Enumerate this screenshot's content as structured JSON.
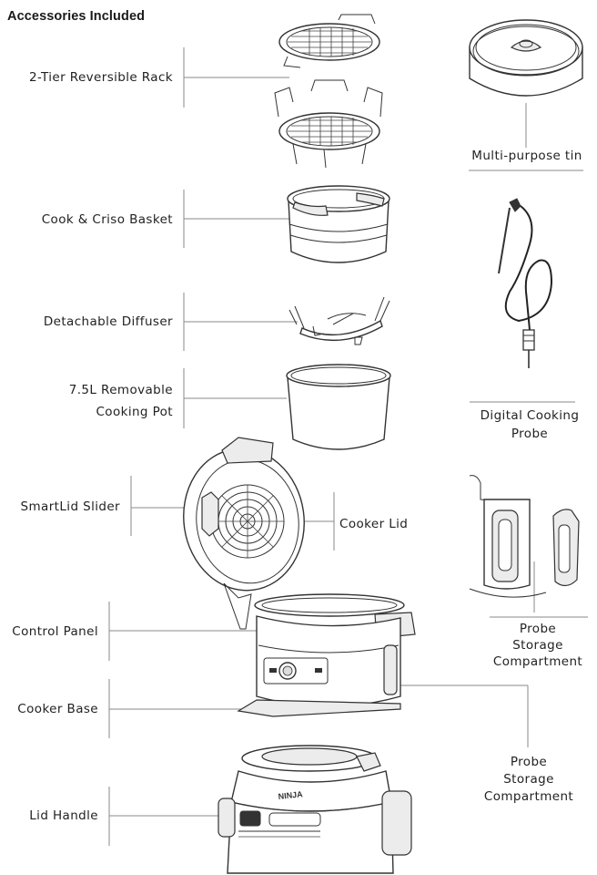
{
  "header": {
    "title": "Accessories Included"
  },
  "labels": {
    "rack": "2-Tier Reversible Rack",
    "tin": "Multi-purpose tin",
    "basket": "Cook & Criso Basket",
    "probe_line1": "Digital Cooking",
    "probe_line2": "Probe",
    "diffuser": "Detachable Diffuser",
    "pot_line1": "7.5L Removable",
    "pot_line2": "Cooking Pot",
    "slider": "SmartLid Slider",
    "lid": "Cooker Lid",
    "panel": "Control Panel",
    "storage_a_line1": "Probe",
    "storage_a_line2": "Storage",
    "storage_a_line3": "Compartment",
    "base": "Cooker Base",
    "storage_b_line1": "Probe",
    "storage_b_line2": "Storage",
    "storage_b_line3": "Compartment",
    "handle": "Lid Handle",
    "brand_mark": "NINJA"
  }
}
